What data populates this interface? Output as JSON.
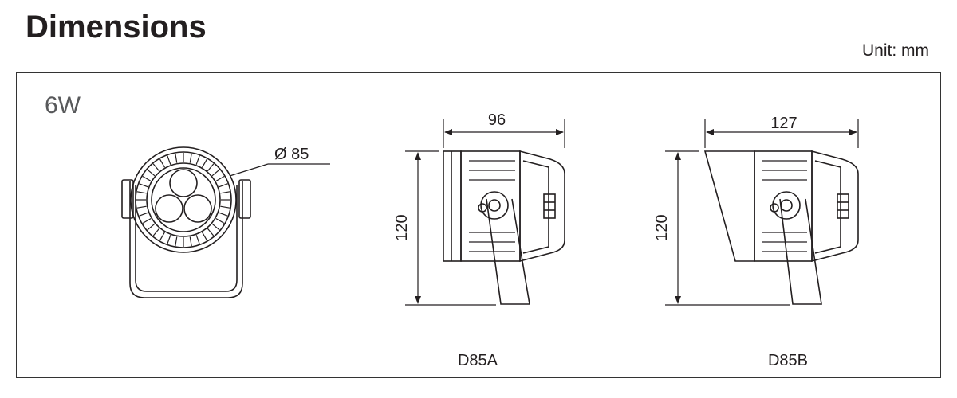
{
  "heading": "Dimensions",
  "unit_label": "Unit: mm",
  "variant_label": "6W",
  "front_view": {
    "diameter_label": "Ø 85"
  },
  "side_view_a": {
    "width_label": "96",
    "height_label": "120",
    "model_label": "D85A"
  },
  "side_view_b": {
    "width_label": "127",
    "height_label": "120",
    "model_label": "D85B"
  }
}
